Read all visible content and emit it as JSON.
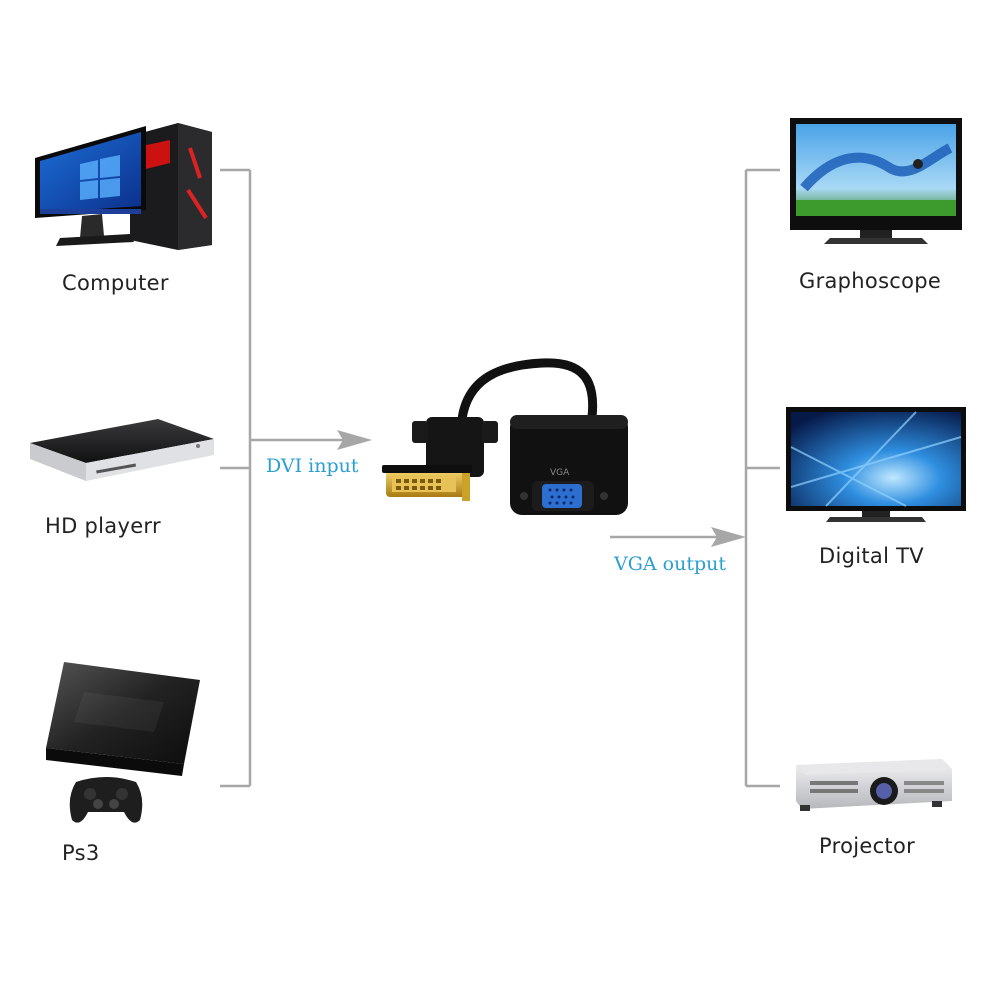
{
  "inputs": {
    "computer_label": "Computer",
    "player_label": "HD playerr",
    "console_label": "Ps3"
  },
  "adapter": {
    "input_label": "DVI input",
    "output_label": "VGA output"
  },
  "outputs": {
    "monitor_label": "Graphoscope",
    "tv_label": "Digital  TV",
    "projector_label": "Projector"
  },
  "colors": {
    "line": "#a7a7a7",
    "accent_text": "#2a9fd0",
    "label_text": "#222222",
    "connector_gold": "#c9a227"
  }
}
